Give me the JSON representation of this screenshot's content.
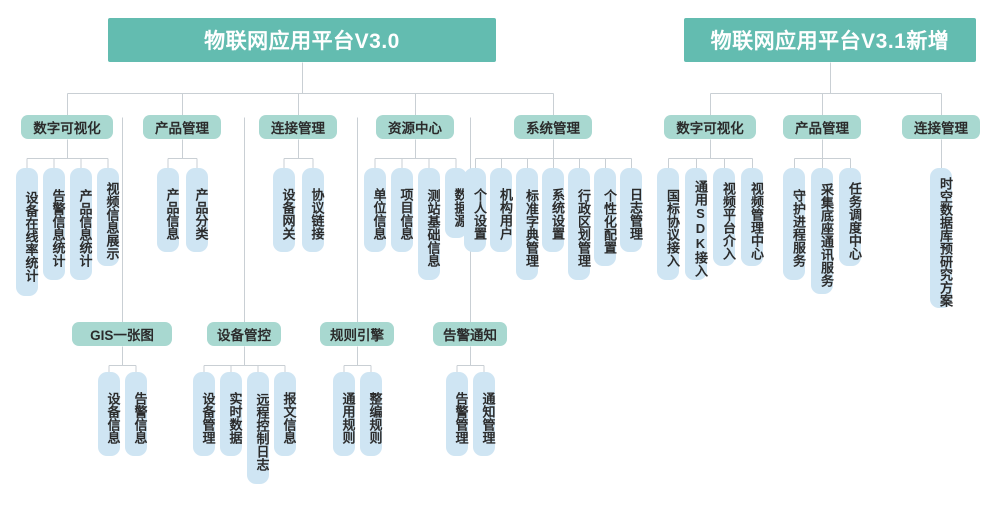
{
  "diagram": {
    "title_left": "物联网应用平台V3.0",
    "title_right": "物联网应用平台V3.1新增",
    "colors": {
      "title_bg": "#63bcb0",
      "category_bg": "#a8d8d0",
      "leaf_bg": "#cfe5f3",
      "line": "#c9cfd4",
      "text": "#2b2b2b",
      "title_text": "#ffffff",
      "background": "#ffffff"
    },
    "categories_row1": [
      {
        "label": "数字可视化",
        "leaves": [
          "设备在线率统计",
          "告警信息统计",
          "产品信息统计",
          "视频信息展示"
        ]
      },
      {
        "label": "产品管理",
        "leaves": [
          "产品信息",
          "产品分类"
        ]
      },
      {
        "label": "连接管理",
        "leaves": [
          "设备网关",
          "协议链接"
        ]
      },
      {
        "label": "资源中心",
        "leaves": [
          "单位信息",
          "项目信息",
          "测站基础信息",
          "数据源"
        ]
      },
      {
        "label": "系统管理",
        "leaves": [
          "个人设置",
          "机构用户",
          "标准字典管理",
          "系统设置",
          "行政区划管理",
          "个性化配置",
          "日志管理"
        ]
      }
    ],
    "categories_row2": [
      {
        "label": "GIS一张图",
        "leaves": [
          "设备信息",
          "告警信息"
        ]
      },
      {
        "label": "设备管控",
        "leaves": [
          "设备管理",
          "实时数据",
          "远程控制日志",
          "报文信息"
        ]
      },
      {
        "label": "规则引擎",
        "leaves": [
          "通用规则",
          "整编规则"
        ]
      },
      {
        "label": "告警通知",
        "leaves": [
          "告警管理",
          "通知管理"
        ]
      }
    ],
    "categories_new": [
      {
        "label": "数字可视化",
        "leaves": [
          "国标协议接入",
          "通用SDK接入",
          "视频平台介入",
          "视频管理中心"
        ]
      },
      {
        "label": "产品管理",
        "leaves": [
          "守护进程服务",
          "采集底座通讯服务",
          "任务调度中心"
        ]
      },
      {
        "label": "连接管理",
        "leaves": [
          "时空数据库预研究方案"
        ]
      }
    ]
  }
}
